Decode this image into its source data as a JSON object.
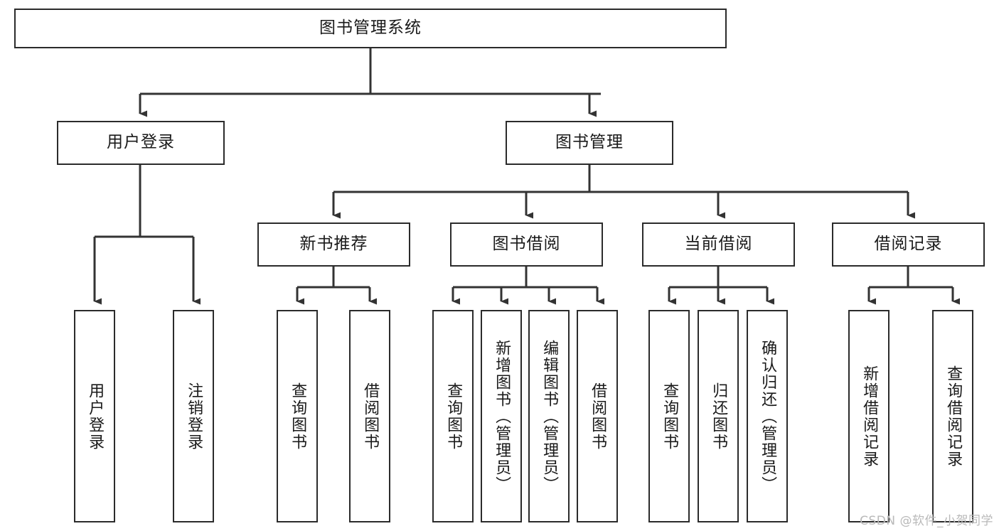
{
  "diagram": {
    "title": "图书管理系统",
    "watermark": "CSDN @软件_小贺同学",
    "colors": {
      "box_border": "#2b2b2b",
      "box_fill": "#ffffff",
      "edge": "#333333",
      "text": "#1a1a1a",
      "watermark": "#b9b9b9",
      "background": "#ffffff"
    },
    "root": {
      "label": "图书管理系统"
    },
    "level2": [
      {
        "label": "用户登录"
      },
      {
        "label": "图书管理"
      }
    ],
    "level3": [
      {
        "label": "新书推荐"
      },
      {
        "label": "图书借阅"
      },
      {
        "label": "当前借阅"
      },
      {
        "label": "借阅记录"
      }
    ],
    "leaves": {
      "user_login": [
        {
          "label": "用户登录"
        },
        {
          "label": "注销登录"
        }
      ],
      "new_book_recommend": [
        {
          "label": "查询图书"
        },
        {
          "label": "借阅图书"
        }
      ],
      "book_borrow": [
        {
          "label": "查询图书"
        },
        {
          "label": "新增图书（管理员）"
        },
        {
          "label": "编辑图书（管理员）"
        },
        {
          "label": "借阅图书"
        }
      ],
      "current_borrow": [
        {
          "label": "查询图书"
        },
        {
          "label": "归还图书"
        },
        {
          "label": "确认归还（管理员）"
        }
      ],
      "borrow_record": [
        {
          "label": "新增借阅记录"
        },
        {
          "label": "查询借阅记录"
        }
      ]
    }
  }
}
